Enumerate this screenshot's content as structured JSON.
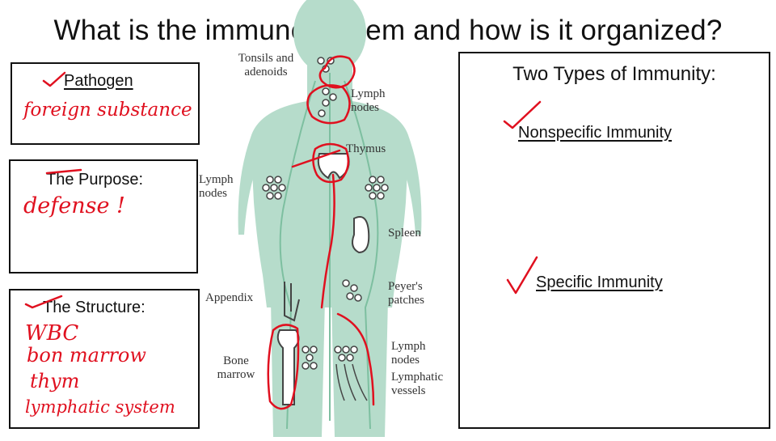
{
  "slide": {
    "title": "What is the immune system and how is it organized?"
  },
  "left_boxes": [
    {
      "title": "Pathogen",
      "note": "foreign substance"
    },
    {
      "title": "The Purpose:",
      "note": "defense !"
    },
    {
      "title": "The Structure:",
      "notes": [
        "WBC",
        "bon marrow",
        "thym",
        "lymphatic system"
      ]
    }
  ],
  "diagram": {
    "labels": {
      "tonsils": "Tonsils and adenoids",
      "lymph_nodes_top": "Lymph nodes",
      "thymus": "Thymus",
      "lymph_nodes_left": "Lymph nodes",
      "spleen": "Spleen",
      "appendix": "Appendix",
      "peyers": "Peyer's patches",
      "bone_marrow": "Bone marrow",
      "lymph_nodes_bottom": "Lymph nodes",
      "lymphatic_vessels": "Lymphatic vessels"
    },
    "body_color": "#b6dccb",
    "node_color": "#5fa584"
  },
  "right_box": {
    "title": "Two Types of Immunity:",
    "items": [
      "Nonspecific Immunity",
      "Specific Immunity"
    ]
  },
  "colors": {
    "annotation_red": "#e0101f"
  }
}
